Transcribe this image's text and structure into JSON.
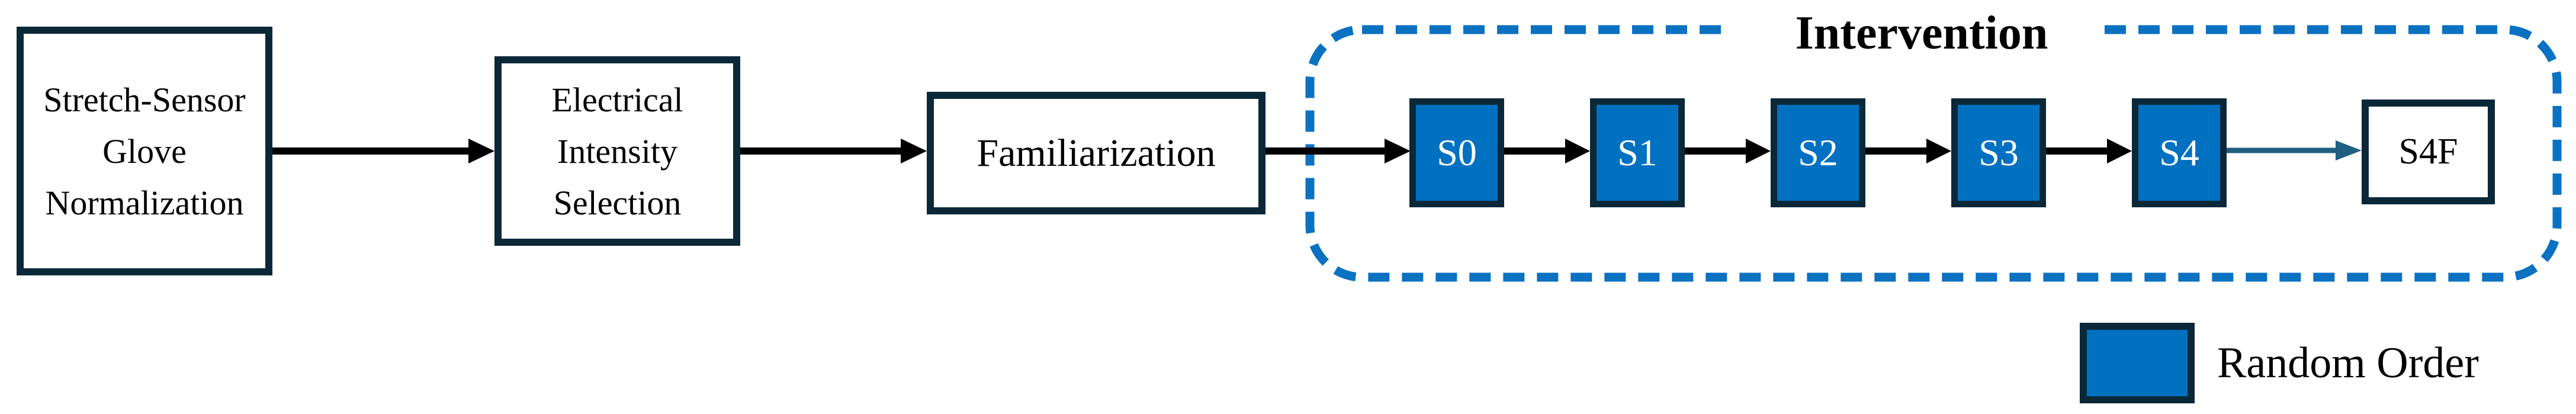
{
  "colors": {
    "dark": "#0b2838",
    "blue": "#0071c1",
    "dash": "#0b71c1",
    "teal": "#1f5f82",
    "ink": "#000000"
  },
  "flow": {
    "step1": {
      "lines": [
        "Stretch-Sensor",
        "Glove",
        "Normalization"
      ]
    },
    "step2": {
      "lines": [
        "Electrical",
        "Intensity",
        "Selection"
      ]
    },
    "step3": {
      "label": "Familiarization"
    }
  },
  "intervention": {
    "label": "Intervention",
    "sessions": [
      "S0",
      "S1",
      "S2",
      "S3",
      "S4"
    ],
    "final": {
      "label": "S4F"
    }
  },
  "legend": {
    "label": "Random Order"
  }
}
